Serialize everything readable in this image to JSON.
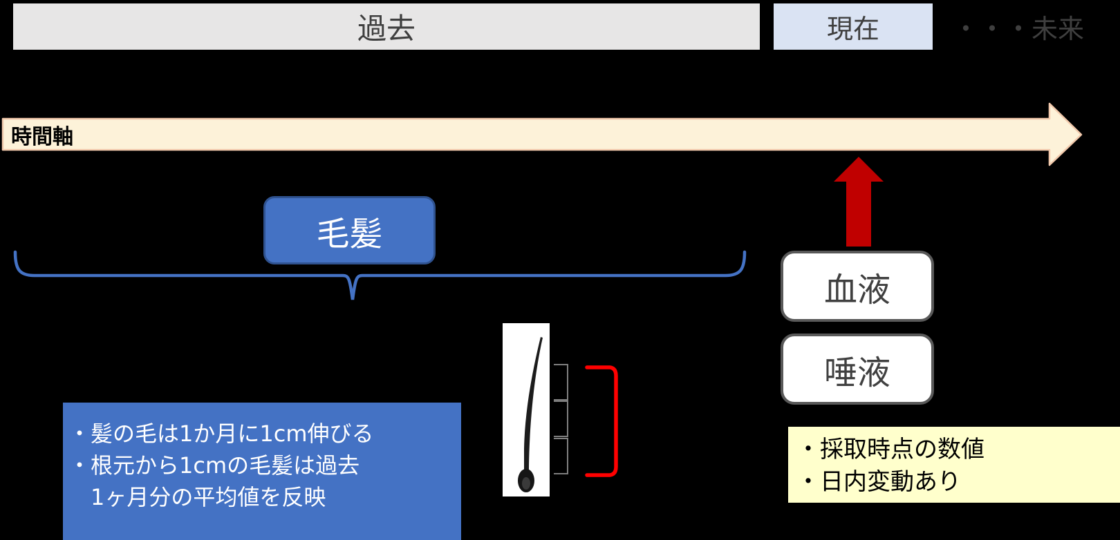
{
  "timeline": {
    "past_label": "過去",
    "present_label": "現在",
    "future_label": "・・・未来",
    "axis_label": "時間軸"
  },
  "samples": {
    "hair_label": "毛髪",
    "blood_label": "血液",
    "saliva_label": "唾液"
  },
  "hair_note_box": {
    "lines": [
      "・髪の毛は1か月に1cm伸びる",
      "・根元から1cmの毛髪は過去",
      "　1ヶ月分の平均値を反映"
    ]
  },
  "sample_note_box": {
    "lines": [
      "・採取時点の数値",
      "・日内変動あり"
    ]
  },
  "icons": {
    "time_axis_arrow": "right-arrow",
    "now_pointer": "up-arrow",
    "hair_span": "curly-brace",
    "hair_segments": "square-brackets",
    "hair_length": "red-bracket"
  },
  "colors": {
    "background": "#000000",
    "past_box_fill": "#e7e6e6",
    "present_box_fill": "#dae3f3",
    "axis_fill": "#fdf2d9",
    "axis_border": "#f2c9ac",
    "up_arrow": "#c00000",
    "blue_accent": "#4472c4",
    "blue_border": "#2f528f",
    "pill_border": "#595959",
    "pill_text": "#404040",
    "note_yellow": "#ffffcc",
    "bracket_red": "#ff0000",
    "bracket_gray": "#7f7f7f"
  }
}
